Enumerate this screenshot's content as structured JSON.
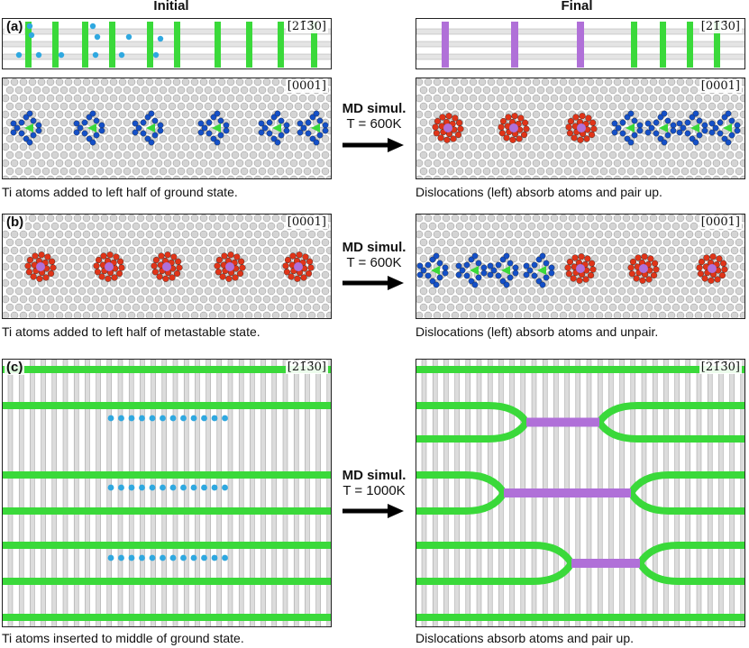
{
  "headers": {
    "initial": "Initial",
    "final": "Final"
  },
  "directions": {
    "prism": "[21̄3̄0]",
    "basal": "[0001]"
  },
  "row_a": {
    "label": "(a)",
    "md_label": "MD simul.",
    "md_temp": "T = 600K",
    "caption_left": "Ti atoms added to left half of ground state.",
    "caption_right": "Dislocations (left) absorb atoms and pair up."
  },
  "row_b": {
    "label": "(b)",
    "md_label": "MD simul.",
    "md_temp": "T = 600K",
    "caption_left": "Ti atoms added to left half of metastable state.",
    "caption_right": "Dislocations (left) absorb atoms and unpair."
  },
  "row_c": {
    "label": "(c)",
    "md_label": "MD simul.",
    "md_temp": "T = 1000K",
    "caption_left": "Ti atoms inserted to middle of ground state.",
    "caption_right": "Dislocations absorb atoms and pair up."
  },
  "colors": {
    "atom": "#d4d4d4",
    "dislocation_core": "#3ad93a",
    "paired_core": "#b070d8",
    "added_atom": "#2fa8e0",
    "blue_atom": "#1450c8",
    "red_atom": "#e03418"
  }
}
